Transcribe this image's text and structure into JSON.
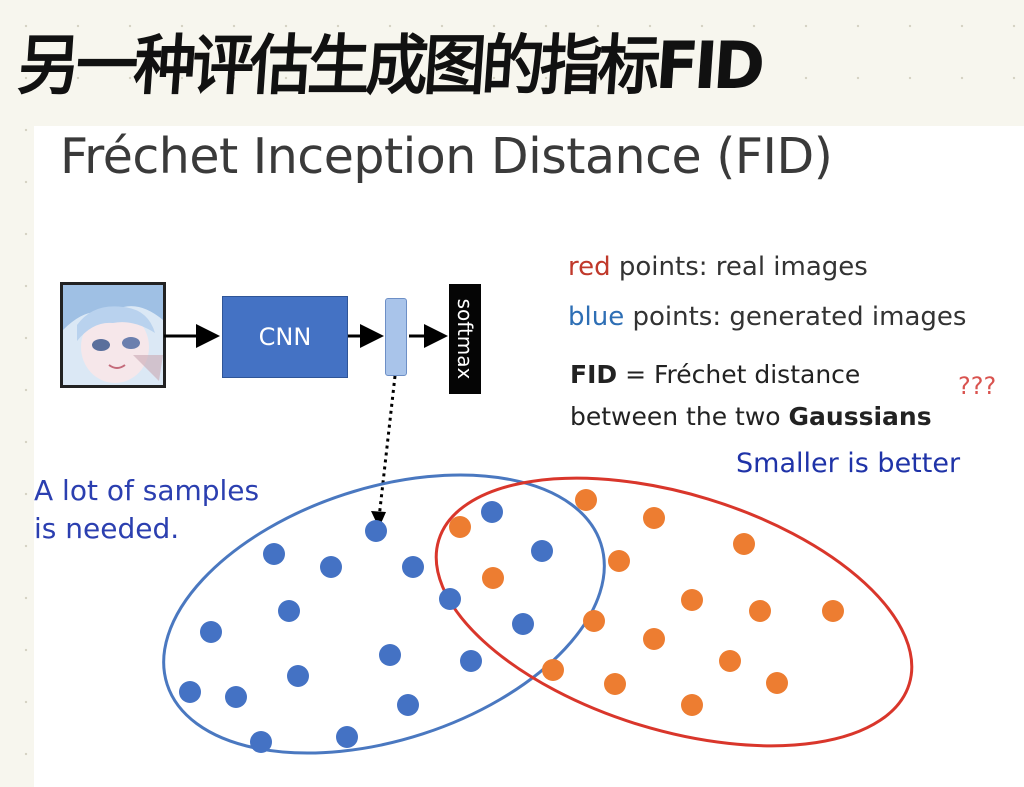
{
  "handwritten_title": "另一种评估生成图的指标FID",
  "slide": {
    "title": "Fréchet Inception Distance (FID)",
    "legend": {
      "red_word": "red",
      "red_text": " points: real images",
      "blue_word": "blue",
      "blue_text": " points: generated images"
    },
    "fid_line1_bold": "FID",
    "fid_line1_rest": " = Fréchet distance",
    "fid_line2_pre": "between the two ",
    "fid_line2_bold": "Gaussians",
    "question_marks": "???",
    "smaller_note": "Smaller is better",
    "samples_note_line1": "A lot of samples",
    "samples_note_line2": "is needed.",
    "pipeline": {
      "cnn_label": "CNN",
      "softmax_label": "softmax"
    }
  },
  "colors": {
    "blue_points": "#4472c4",
    "orange_points": "#ed7d31",
    "blue_ellipse": "#4a78c0",
    "red_ellipse": "#d9362b"
  }
}
